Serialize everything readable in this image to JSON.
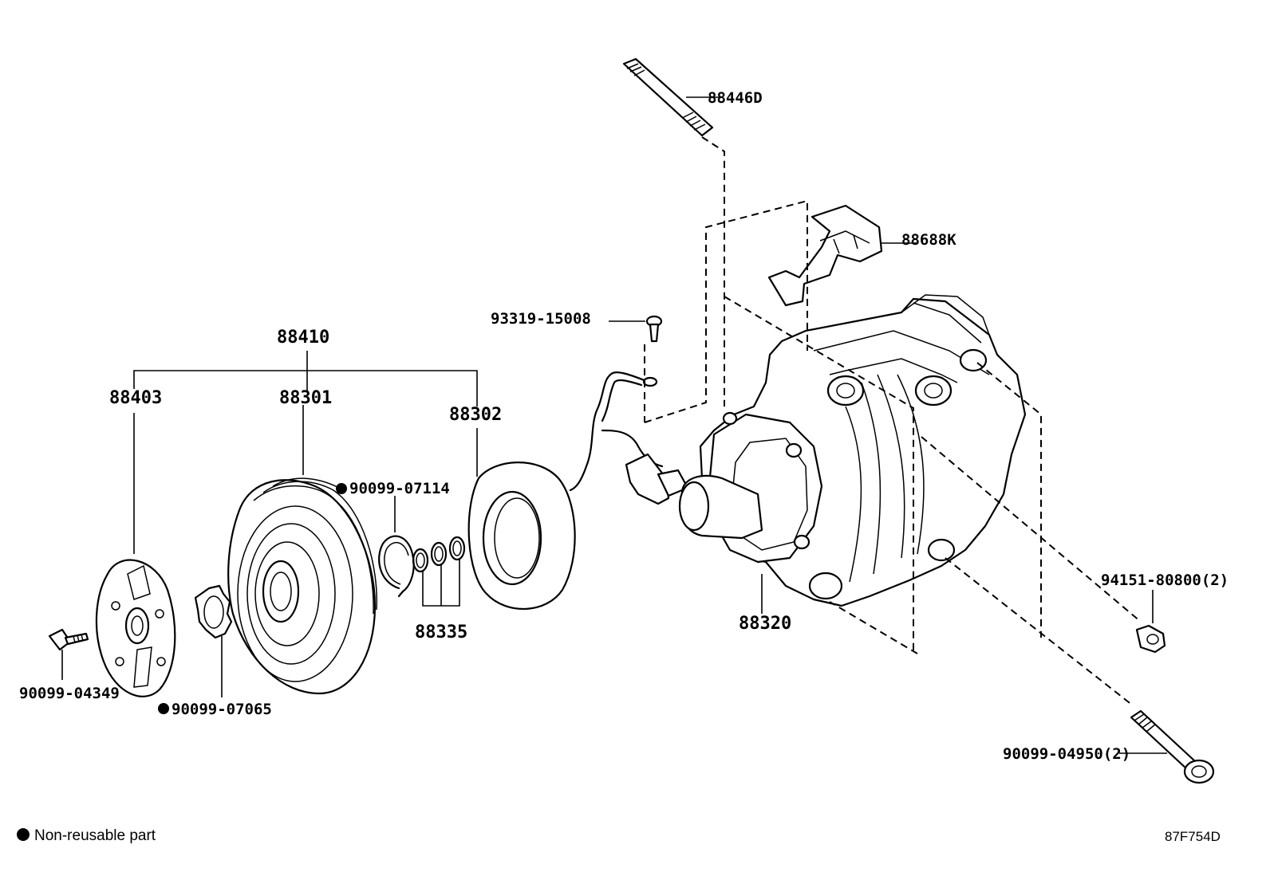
{
  "diagram": {
    "parts": {
      "p88446D": "88446D",
      "p88688K": "88688K",
      "p93319": "93319-15008",
      "p88410": "88410",
      "p88403": "88403",
      "p88301": "88301",
      "p88302": "88302",
      "p07114": "90099-07114",
      "p88335": "88335",
      "p88320": "88320",
      "p94151": "94151-80800(2)",
      "p04349": "90099-04349",
      "p07065": "90099-07065",
      "p04950": "90099-04950(2)"
    },
    "legend": "Non-reusable part",
    "diagram_code": "87F754D"
  }
}
